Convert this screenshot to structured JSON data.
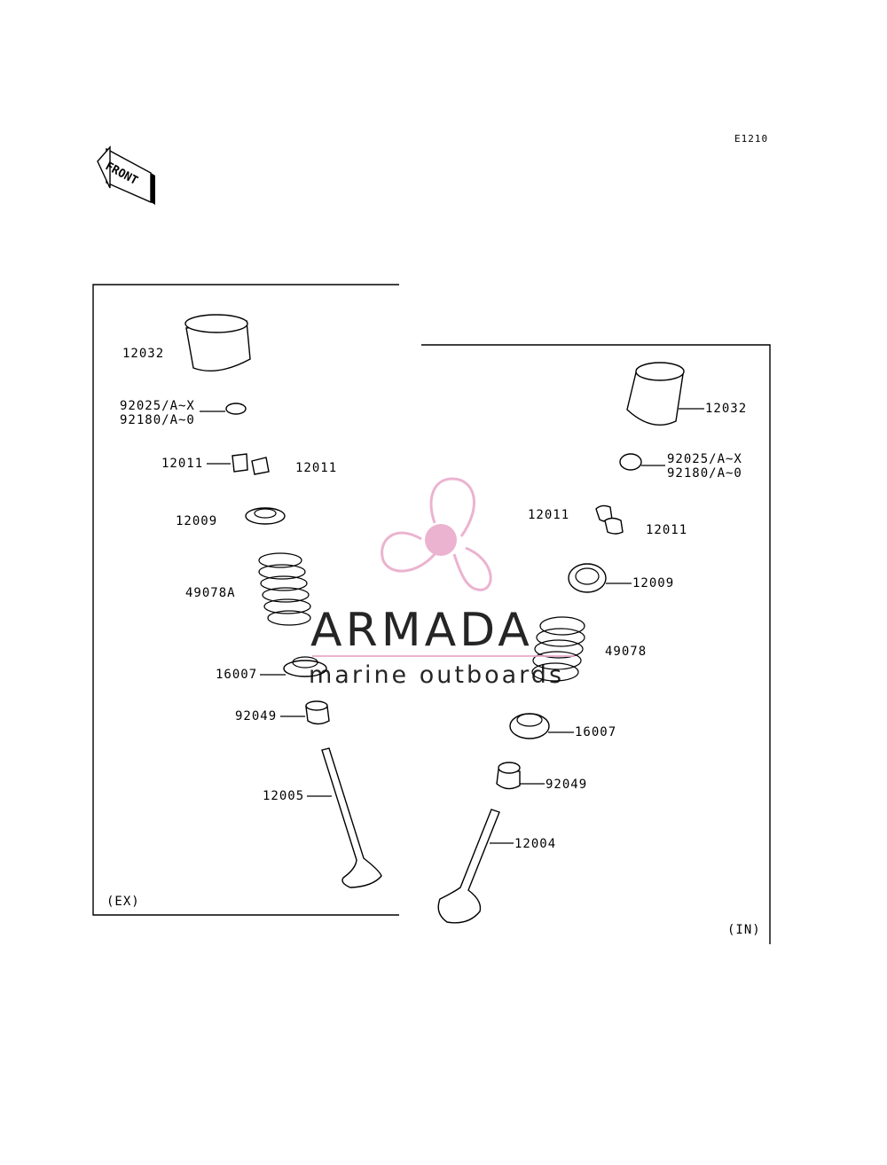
{
  "diagram": {
    "ref_code": "E1210",
    "front_label": "FRONT",
    "exhaust_group": {
      "tag": "(EX)",
      "labels": {
        "shim": "12032",
        "tappet_a": "92025/A~X",
        "tappet_b": "92180/A~0",
        "cotter_left": "12011",
        "cotter_right": "12011",
        "retainer": "12009",
        "spring": "49078A",
        "spring_seat": "16007",
        "stem_seal": "92049",
        "valve": "12005"
      }
    },
    "intake_group": {
      "tag": "(IN)",
      "labels": {
        "shim": "12032",
        "tappet_a": "92025/A~X",
        "tappet_b": "92180/A~0",
        "cotter_left": "12011",
        "cotter_right": "12011",
        "retainer": "12009",
        "spring": "49078",
        "spring_seat": "16007",
        "stem_seal": "92049",
        "valve": "12004"
      }
    }
  },
  "watermark": {
    "brand": "ARMADA",
    "tagline": "marine outboards",
    "logo_color": "#e8a6c8",
    "text_color": "#6d6d6d"
  }
}
